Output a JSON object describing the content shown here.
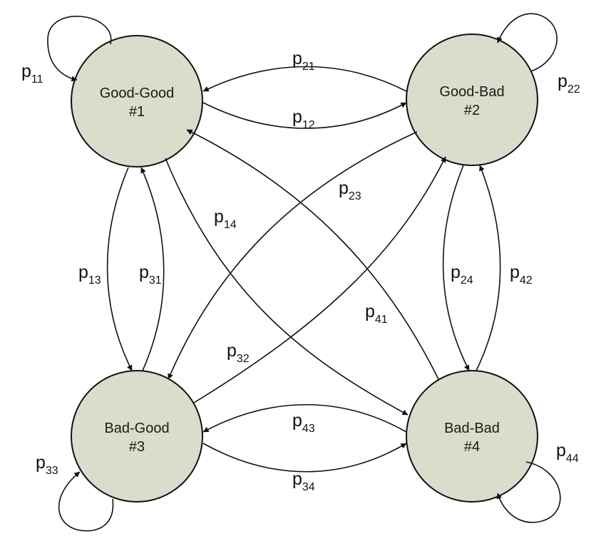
{
  "diagram": {
    "colors": {
      "node_fill": "#dcdccc",
      "stroke": "#111111",
      "text": "#1a1a1a"
    },
    "states": [
      {
        "id": "1",
        "name": "Good-Good",
        "number": "#1"
      },
      {
        "id": "2",
        "name": "Good-Bad",
        "number": "#2"
      },
      {
        "id": "3",
        "name": "Bad-Good",
        "number": "#3"
      },
      {
        "id": "4",
        "name": "Bad-Bad",
        "number": "#4"
      }
    ],
    "transitions": [
      {
        "from": "1",
        "to": "1",
        "label": "p",
        "sub": "11"
      },
      {
        "from": "2",
        "to": "2",
        "label": "p",
        "sub": "22"
      },
      {
        "from": "3",
        "to": "3",
        "label": "p",
        "sub": "33"
      },
      {
        "from": "4",
        "to": "4",
        "label": "p",
        "sub": "44"
      },
      {
        "from": "1",
        "to": "2",
        "label": "p",
        "sub": "12"
      },
      {
        "from": "2",
        "to": "1",
        "label": "p",
        "sub": "21"
      },
      {
        "from": "1",
        "to": "3",
        "label": "p",
        "sub": "13"
      },
      {
        "from": "3",
        "to": "1",
        "label": "p",
        "sub": "31"
      },
      {
        "from": "1",
        "to": "4",
        "label": "p",
        "sub": "14"
      },
      {
        "from": "4",
        "to": "1",
        "label": "p",
        "sub": "41"
      },
      {
        "from": "2",
        "to": "3",
        "label": "p",
        "sub": "23"
      },
      {
        "from": "3",
        "to": "2",
        "label": "p",
        "sub": "32"
      },
      {
        "from": "2",
        "to": "4",
        "label": "p",
        "sub": "24"
      },
      {
        "from": "4",
        "to": "2",
        "label": "p",
        "sub": "42"
      },
      {
        "from": "3",
        "to": "4",
        "label": "p",
        "sub": "34"
      },
      {
        "from": "4",
        "to": "3",
        "label": "p",
        "sub": "43"
      }
    ]
  }
}
